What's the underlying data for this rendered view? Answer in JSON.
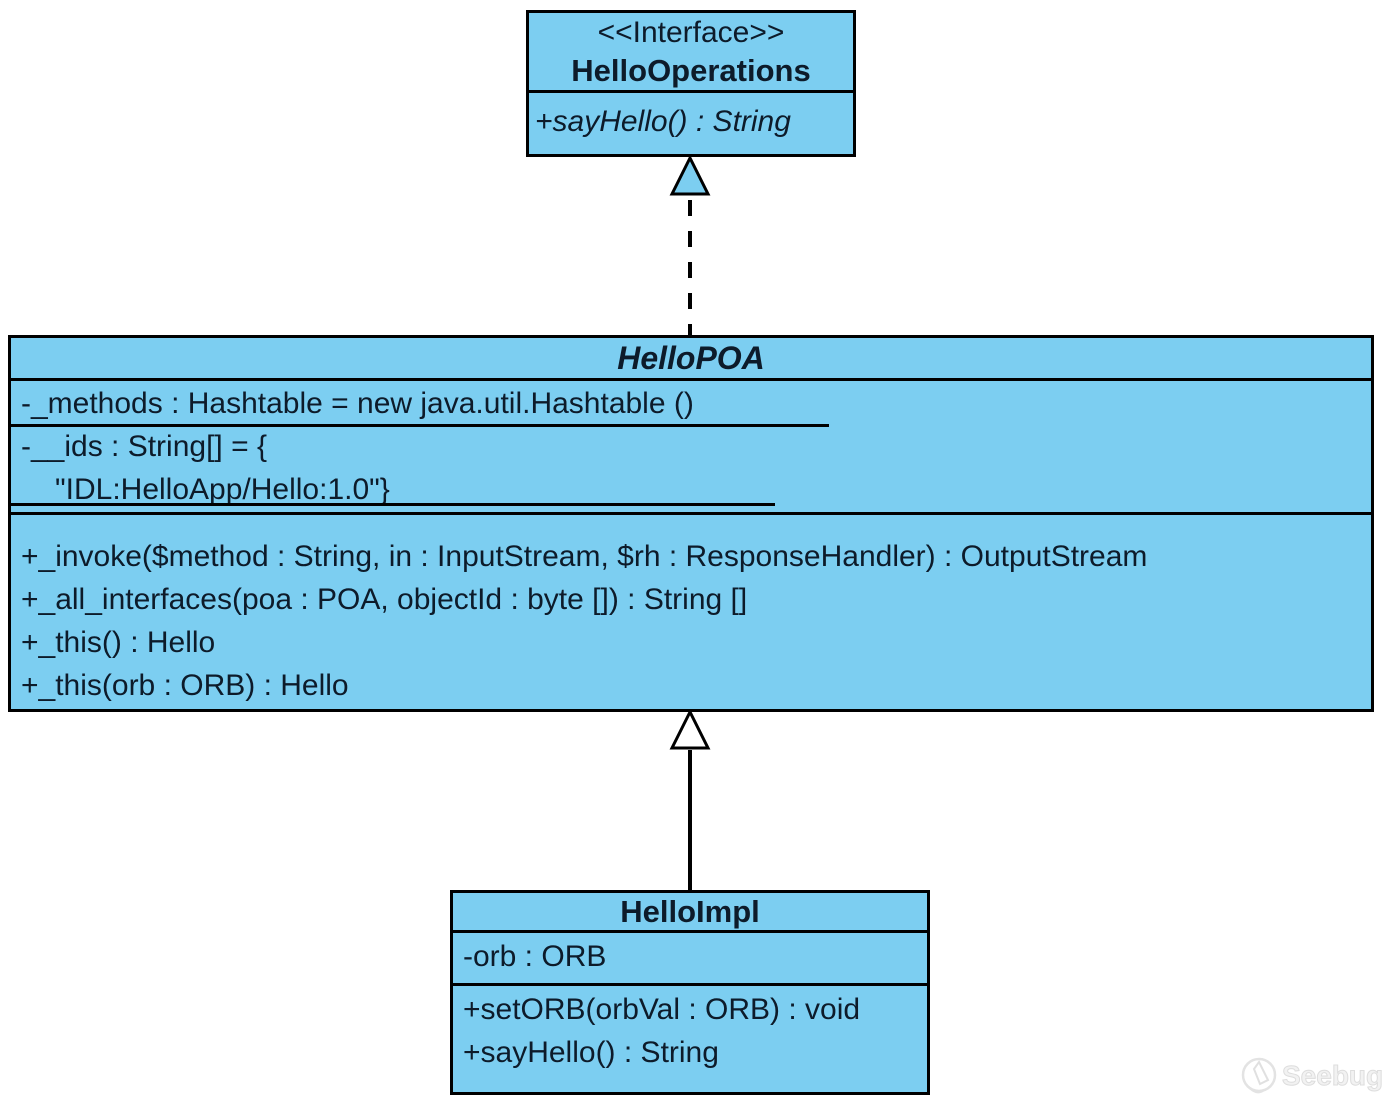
{
  "diagram": {
    "interface_box": {
      "stereotype": "<<Interface>>",
      "name": "HelloOperations",
      "methods": [
        "+sayHello() : String"
      ]
    },
    "poa_box": {
      "name": "HelloPOA",
      "attributes": [
        "-_methods : Hashtable = new java.util.Hashtable ()",
        "-__ids : String[] = {",
        "\"IDL:HelloApp/Hello:1.0\"}"
      ],
      "methods": [
        "+_invoke($method : String, in : InputStream, $rh : ResponseHandler) : OutputStream",
        "+_all_interfaces(poa : POA, objectId : byte []) : String []",
        "+_this() : Hello",
        "+_this(orb : ORB) : Hello"
      ]
    },
    "impl_box": {
      "name": "HelloImpl",
      "attributes": [
        "-orb : ORB"
      ],
      "methods": [
        "+setORB(orbVal : ORB) : void",
        "+sayHello() : String"
      ]
    },
    "relations": [
      {
        "type": "realization",
        "from": "HelloPOA",
        "to": "HelloOperations",
        "line": "dashed",
        "head": "hollow-triangle"
      },
      {
        "type": "generalization",
        "from": "HelloImpl",
        "to": "HelloPOA",
        "line": "solid",
        "head": "hollow-triangle"
      }
    ],
    "colors": {
      "box_fill": "#7CCEF1",
      "border": "#000000",
      "background": "#FFFFFF",
      "watermark": "#E9E9E9"
    },
    "watermark": {
      "label": "Seebug",
      "icon": "seebug-logo-icon"
    }
  }
}
